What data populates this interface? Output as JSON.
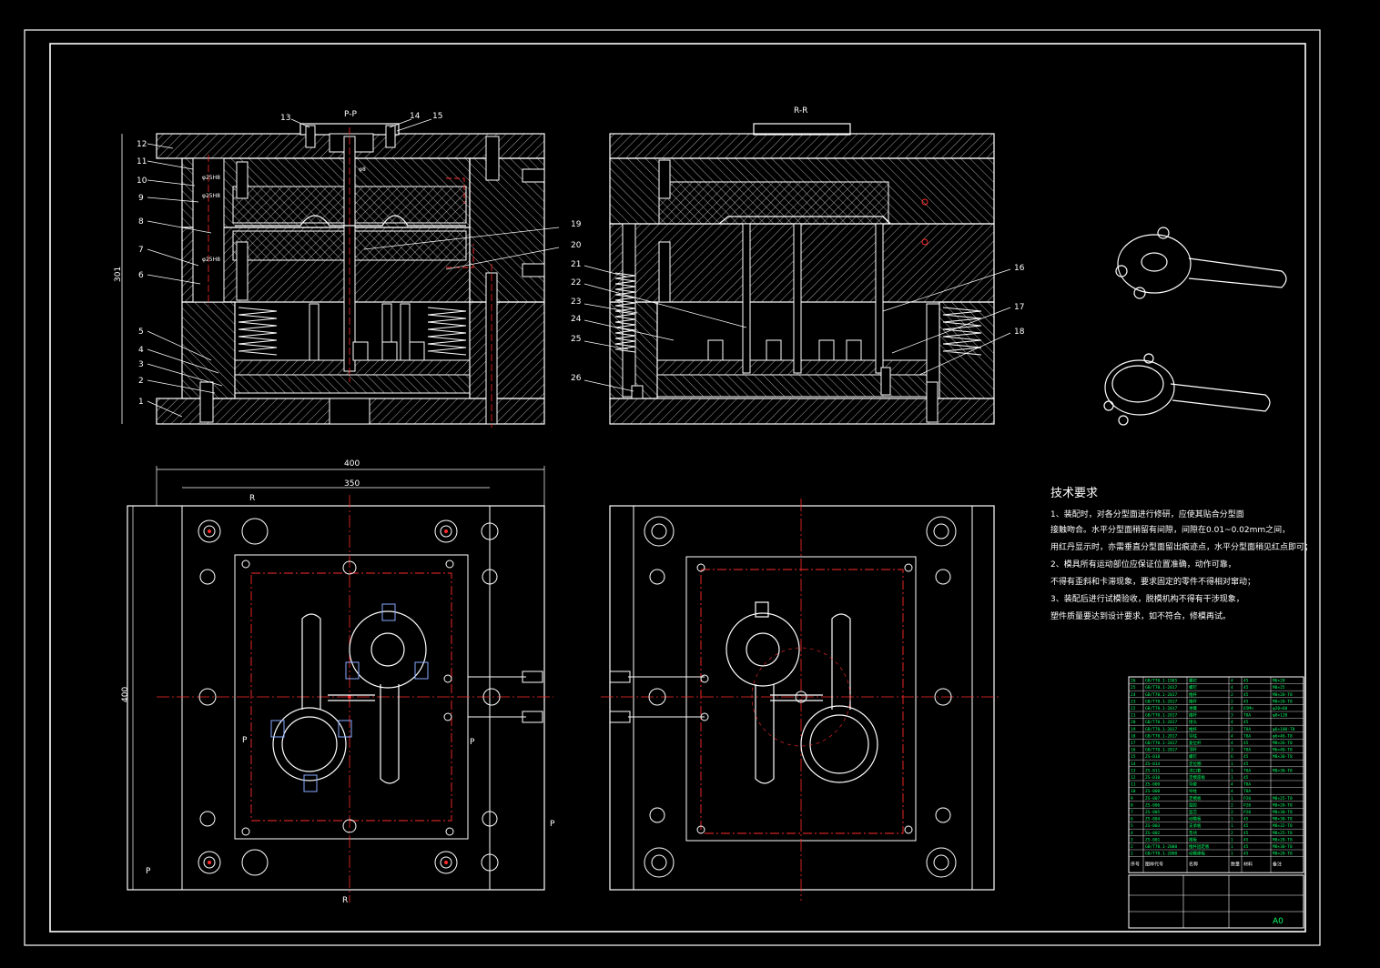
{
  "drawing": {
    "background": "#000000",
    "line_color": "#ffffff",
    "center_line_color": "#ff2a2a",
    "table_text_color": "#00ff66"
  },
  "sections": {
    "pp_title": "P-P",
    "rr_title": "R-R"
  },
  "left_callouts": [
    "12",
    "11",
    "10",
    "9",
    "8",
    "7",
    "6",
    "5",
    "4",
    "3",
    "2",
    "1"
  ],
  "top_callouts": [
    "13",
    "14",
    "15"
  ],
  "mid_callouts": [
    "19",
    "20",
    "21",
    "22",
    "23",
    "24",
    "25",
    "26"
  ],
  "right_callouts": [
    "16",
    "17",
    "18"
  ],
  "dimensions": {
    "height_301": "301",
    "width_400": "400",
    "width_350": "350",
    "height_400": "400",
    "tags_small": [
      "φ25H8",
      "φ25H8",
      "φ25H8",
      "φ8"
    ]
  },
  "view_marks": {
    "r": "R",
    "p": "P"
  },
  "tech_requirements": {
    "title": "技术要求",
    "lines": [
      "1、装配时，对各分型面进行修研，应使其贴合分型面",
      "接触吻合。水平分型面稍留有间隙，间隙在0.01~0.02mm之间，",
      "用红丹显示时，亦需垂直分型面留出痕迹点，水平分型面稍见红点即可；",
      "2、模具所有运动部位应保证位置准确，动作可靠，",
      "不得有歪斜和卡滞现象，要求固定的零件不得相对窜动；",
      "3、装配后进行试模验收，脱模机构不得有干涉现象，",
      "塑件质量要达到设计要求，如不符合，修模再试。"
    ]
  },
  "bom": {
    "rows": [
      [
        "26",
        "GB/T70.1-1985",
        "螺钉",
        "4",
        "45",
        "M6×20"
      ],
      [
        "25",
        "GB/T70.1-2017",
        "螺钉",
        "4",
        "45",
        "M8×25"
      ],
      [
        "24",
        "GB/T70.1-2017",
        "推杆",
        "2",
        "45",
        "M8×28-T8"
      ],
      [
        "23",
        "GB/T70.1-2017",
        "推杆",
        "2",
        "45",
        "M8×28-T8"
      ],
      [
        "22",
        "GB/T70.1-2017",
        "弹簧",
        "4",
        "65Mn",
        "φ20×60"
      ],
      [
        "21",
        "GB/T70.1-2017",
        "推杆",
        "3",
        "T8A",
        "φ8×120"
      ],
      [
        "20",
        "GB/T70.1-2017",
        "接头",
        "4",
        "45",
        ""
      ],
      [
        "19",
        "GB/T70.1-2017",
        "推杆",
        "2",
        "T8A",
        "φ6×180-T8"
      ],
      [
        "18",
        "GB/T70.1-2017",
        "导柱",
        "4",
        "T8A",
        "φ6×46-T8"
      ],
      [
        "17",
        "GB/T70.1-2017",
        "复位杆",
        "4",
        "45",
        "M8×26-T8"
      ],
      [
        "16",
        "GB/T70.1-2017",
        "顶杆",
        "3",
        "T8A",
        "M6×40-T8"
      ],
      [
        "15",
        "ZS-018",
        "螺钉",
        "6",
        "45",
        "M8×30-T8"
      ],
      [
        "14",
        "ZS-014",
        "定位圈",
        "1",
        "45",
        ""
      ],
      [
        "13",
        "ZS-011",
        "浇口套",
        "1",
        "T8A",
        "M8×30-T8"
      ],
      [
        "12",
        "ZS-010",
        "定模座板",
        "1",
        "45",
        ""
      ],
      [
        "11",
        "ZS-009",
        "导套",
        "4",
        "T8A",
        ""
      ],
      [
        "10",
        "ZS-008",
        "导柱",
        "4",
        "T8A",
        ""
      ],
      [
        "9",
        "ZS-007",
        "定模板",
        "1",
        "P20",
        "M8×25-T8"
      ],
      [
        "8",
        "ZS-006",
        "型腔",
        "2",
        "P20",
        "M8×28-T8"
      ],
      [
        "7",
        "ZS-005",
        "型芯",
        "2",
        "P20",
        "M8×30-T8"
      ],
      [
        "6",
        "ZS-004",
        "动模板",
        "1",
        "45",
        "M8×30-T8"
      ],
      [
        "5",
        "ZS-003",
        "支承板",
        "1",
        "45",
        "M8×32-T8"
      ],
      [
        "4",
        "ZS-002",
        "垫块",
        "2",
        "45",
        "M8×25-T8"
      ],
      [
        "3",
        "ZS-001",
        "推板",
        "1",
        "45",
        "M8×28-T8"
      ],
      [
        "2",
        "GB/T70.1-2000",
        "推杆固定板",
        "1",
        "45",
        "M8×30-T8"
      ],
      [
        "1",
        "GB/T70.1-2000",
        "动模座板",
        "1",
        "45",
        "M8×28-T8"
      ]
    ],
    "header": [
      "序号",
      "图样代号",
      "名称",
      "数量",
      "材料",
      "备注"
    ],
    "sheet_size": "A0"
  }
}
